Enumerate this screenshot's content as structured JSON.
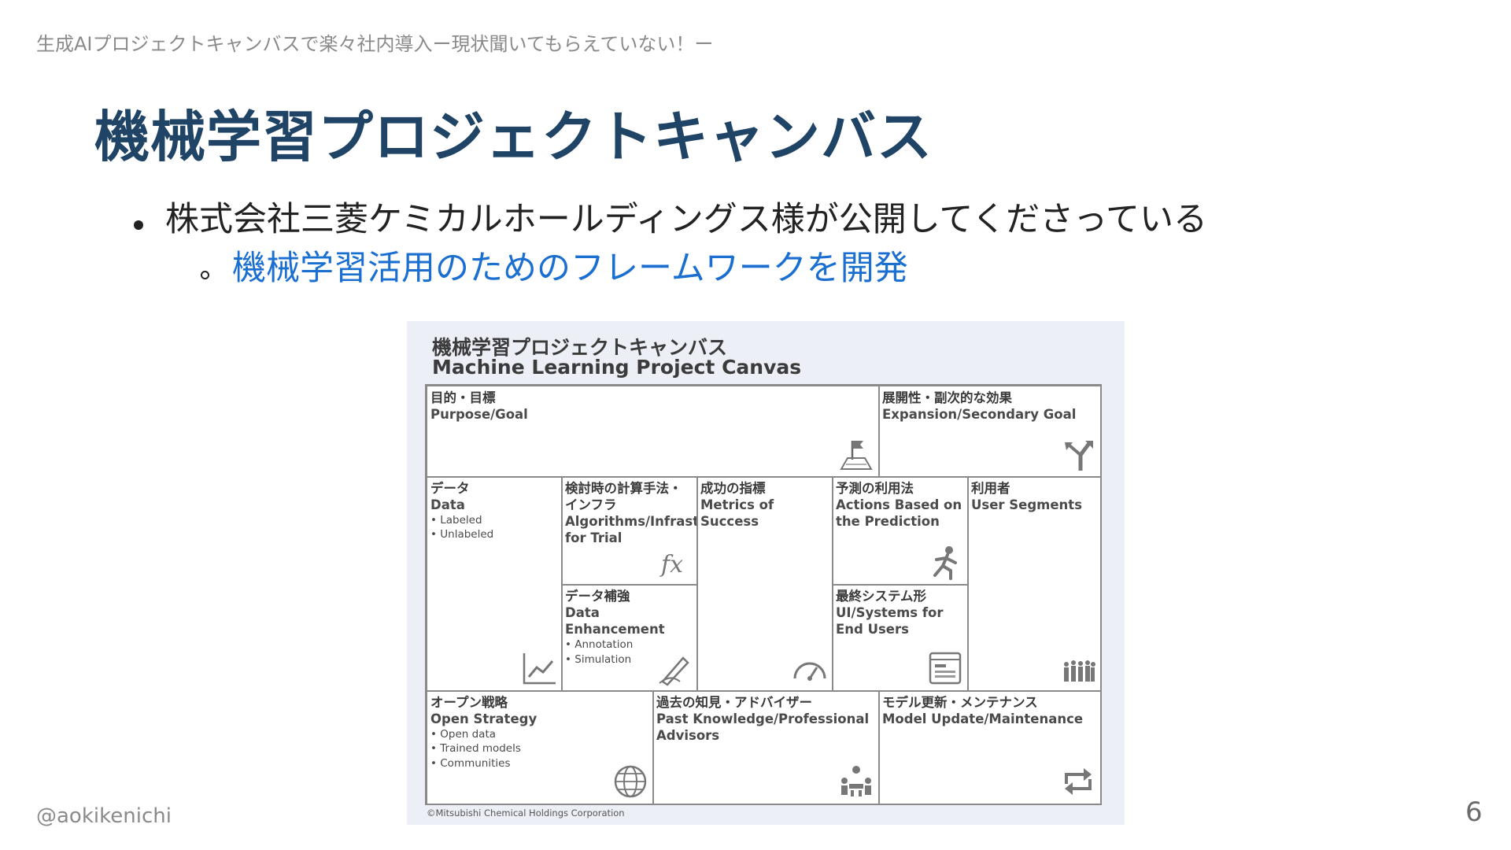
{
  "header": {
    "text": "生成AIプロジェクトキャンバスで楽々社内導入ー現状聞いてもらえていない！ー"
  },
  "slide": {
    "title": "機械学習プロジェクトキャンバス",
    "bullet": "株式会社三菱ケミカルホールディングス様が公開してくださっている",
    "link": "機械学習活用のためのフレームワークを開発"
  },
  "canvas": {
    "title_jp": "機械学習プロジェクトキャンバス",
    "title_en": "Machine Learning Project Canvas",
    "copyright": "©Mitsubishi Chemical Holdings Corporation",
    "cells": {
      "purpose": {
        "jp": "目的・目標",
        "en": "Purpose/Goal",
        "icon": "flag-map-icon"
      },
      "expansion": {
        "jp": "展開性・副次的な効果",
        "en": "Expansion/Secondary Goal",
        "icon": "fork-arrow-icon"
      },
      "data": {
        "jp": "データ",
        "en": "Data",
        "items": [
          "• Labeled",
          "• Unlabeled"
        ],
        "icon": "line-chart-icon"
      },
      "algorithms": {
        "jp": "検討時の計算手法・インフラ",
        "en": "Algorithms/Infrastructure for Trial",
        "icon": "fx-icon"
      },
      "enhancement": {
        "jp": "データ補強",
        "en": "Data Enhancement",
        "items": [
          "• Annotation",
          "• Simulation"
        ],
        "icon": "hand-pen-icon"
      },
      "metrics": {
        "jp": "成功の指標",
        "en": "Metrics of Success",
        "icon": "gauge-icon"
      },
      "actions": {
        "jp": "予測の利用法",
        "en": "Actions Based on the Prediction",
        "icon": "runner-icon"
      },
      "systems": {
        "jp": "最終システム形",
        "en": "UI/Systems for End Users",
        "icon": "window-icon"
      },
      "users": {
        "jp": "利用者",
        "en": "User Segments",
        "icon": "crowd-icon"
      },
      "open": {
        "jp": "オープン戦略",
        "en": "Open Strategy",
        "items": [
          "• Open data",
          "• Trained models",
          "• Communities"
        ],
        "icon": "globe-icon"
      },
      "knowledge": {
        "jp": "過去の知見・アドバイザー",
        "en": "Past Knowledge/Professional Advisors",
        "icon": "meeting-icon"
      },
      "update": {
        "jp": "モデル更新・メンテナンス",
        "en": "Model Update/Maintenance",
        "icon": "repeat-icon"
      }
    }
  },
  "footer": {
    "author": "@aokikenichi",
    "page": "6"
  }
}
